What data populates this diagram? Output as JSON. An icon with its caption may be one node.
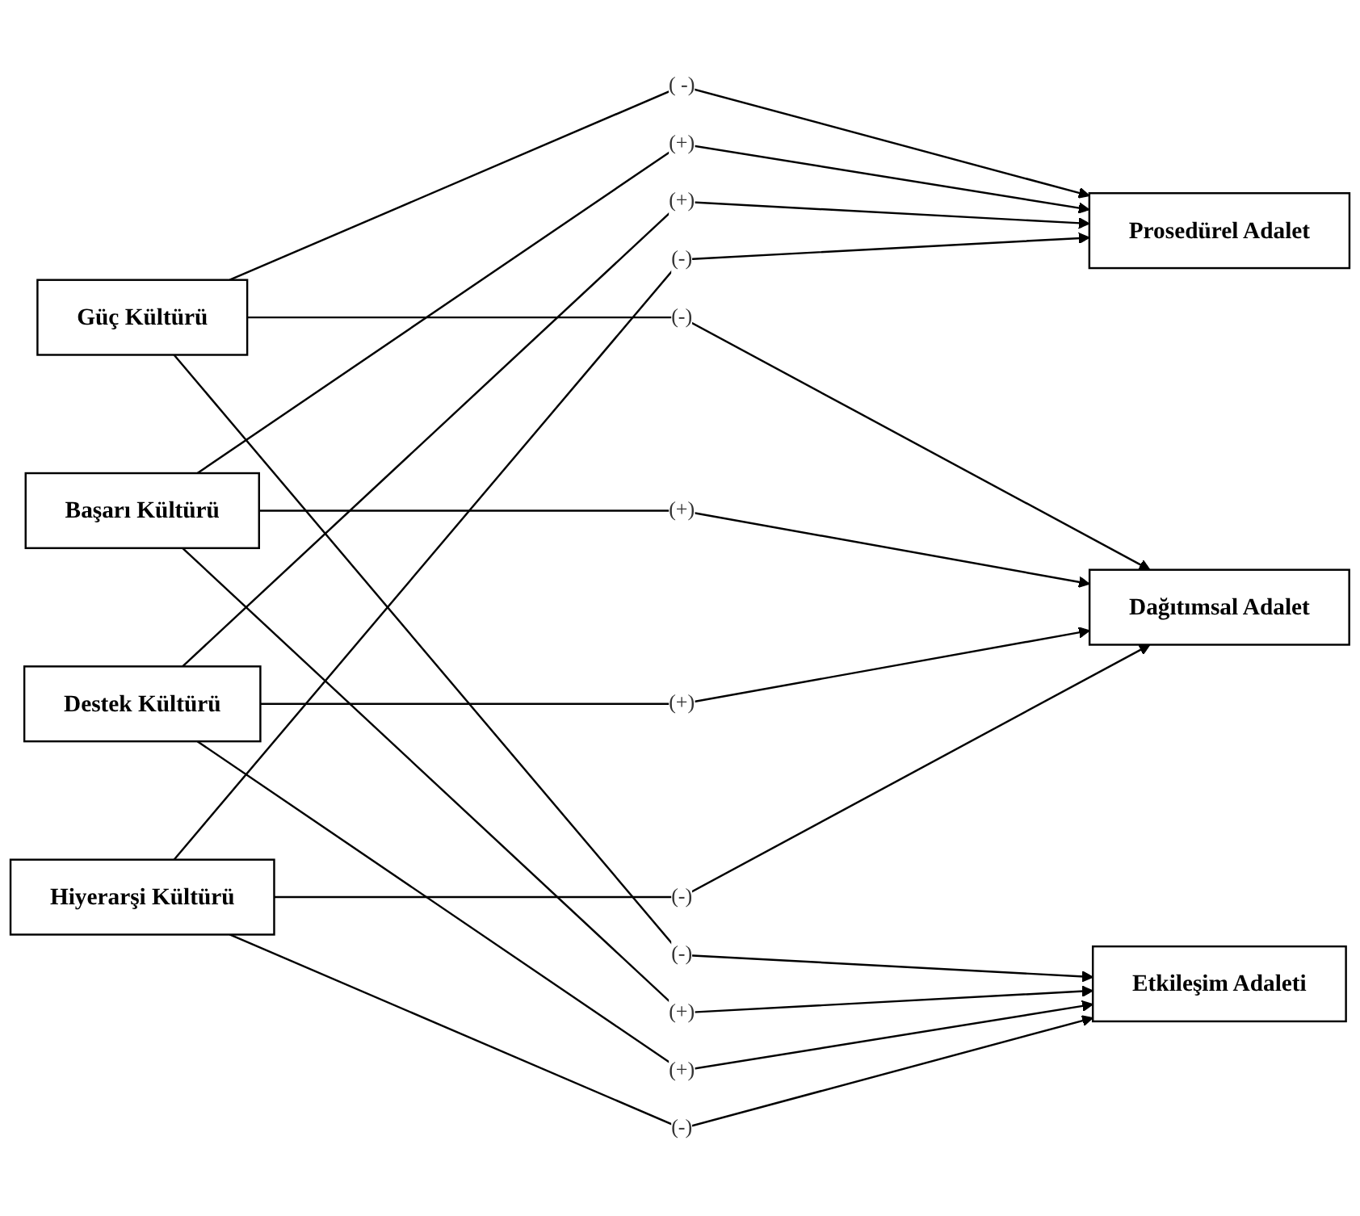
{
  "diagram": {
    "nodes": [
      {
        "text": [
          "Güç Kültürü"
        ]
      },
      {
        "text": [
          "Başarı Kültürü"
        ]
      },
      {
        "text": [
          "Destek Kültürü"
        ]
      },
      {
        "text": [
          "Hiyerarşi Kültürü"
        ]
      },
      {
        "text": [
          "Prosedürel Adalet"
        ]
      },
      {
        "text": [
          "Dağıtımsal Adalet"
        ]
      },
      {
        "text": [
          "Etkileşim Adaleti"
        ]
      }
    ],
    "edges": [
      {
        "from": 0,
        "to": 4,
        "arrow": "to",
        "label": "( -)"
      },
      {
        "from": 0,
        "to": 5,
        "arrow": "to",
        "label": "(-)"
      },
      {
        "from": 0,
        "to": 6,
        "arrow": "to",
        "label": "(-)"
      },
      {
        "from": 1,
        "to": 4,
        "arrow": "to",
        "label": "(+)"
      },
      {
        "from": 1,
        "to": 5,
        "arrow": "to",
        "label": "(+)"
      },
      {
        "from": 1,
        "to": 6,
        "arrow": "to",
        "label": "(+)"
      },
      {
        "from": 2,
        "to": 4,
        "arrow": "to",
        "label": "(+)"
      },
      {
        "from": 2,
        "to": 5,
        "arrow": "to",
        "label": "(+)"
      },
      {
        "from": 2,
        "to": 6,
        "arrow": "to",
        "label": "(+)"
      },
      {
        "from": 3,
        "to": 4,
        "arrow": "to",
        "label": "(-)"
      },
      {
        "from": 3,
        "to": 5,
        "arrow": "to",
        "label": "(-)"
      },
      {
        "from": 3,
        "to": 6,
        "arrow": "to",
        "label": "(-)"
      }
    ]
  }
}
